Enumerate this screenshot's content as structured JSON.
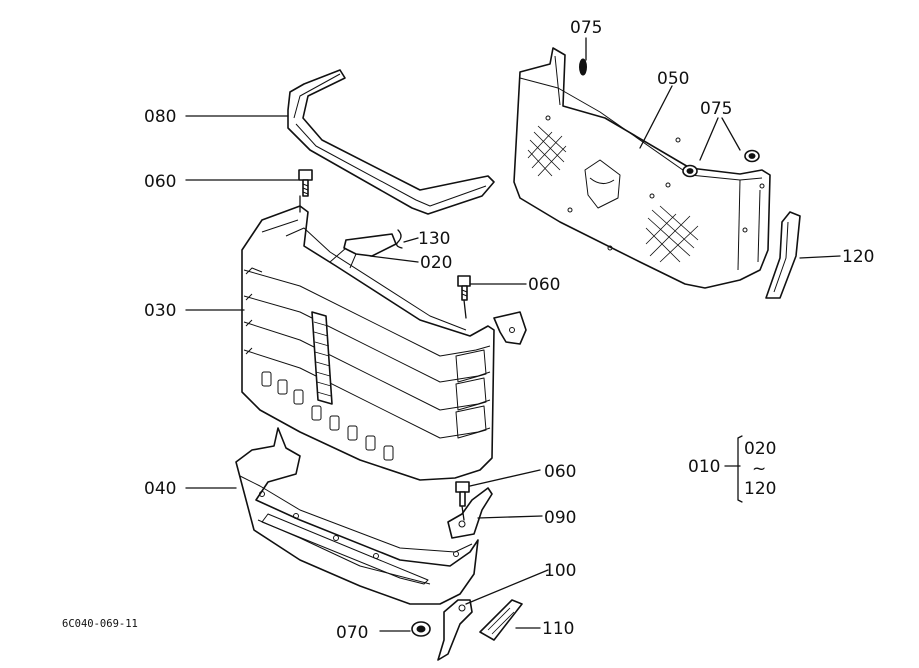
{
  "labels": {
    "p075_top": "075",
    "p050": "050",
    "p075_right": "075",
    "p080": "080",
    "p060_top": "060",
    "p130": "130",
    "p020": "020",
    "p060_mid": "060",
    "p120": "120",
    "p030": "030",
    "p040": "040",
    "p060_low": "060",
    "p090": "090",
    "p100": "100",
    "p070": "070",
    "p110": "110"
  },
  "assembly": {
    "code": "010",
    "from": "020",
    "to": "120",
    "tilde": "~"
  },
  "footer": {
    "drawing_id": "6C040-069-11"
  }
}
